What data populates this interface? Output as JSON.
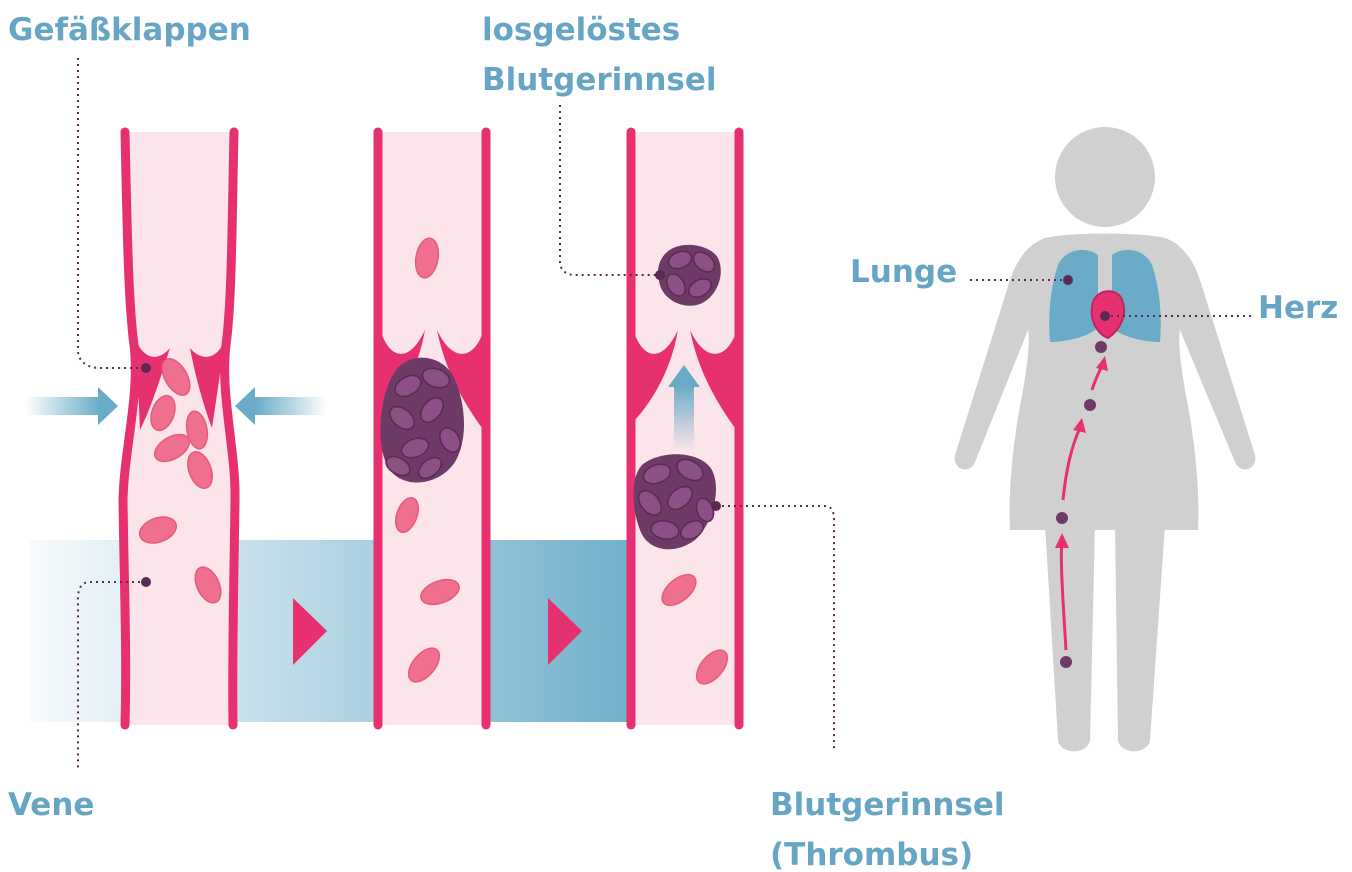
{
  "labels": {
    "valves": "Gefäßklappen",
    "detached_clot_line1": "losgelöstes",
    "detached_clot_line2": "Blutgerinnsel",
    "lung": "Lunge",
    "heart": "Herz",
    "vein": "Vene",
    "thrombus_line1": "Blutgerinnsel",
    "thrombus_line2": "(Thrombus)"
  },
  "colors": {
    "vessel_wall": "#e6306f",
    "vessel_fill": "#fbe4ea",
    "blood_cell": "#ef6f8e",
    "clot": "#6e3a66",
    "label_blue": "#66a6c4",
    "flow_band": "#6aacc8",
    "body_gray": "#d0d0d0",
    "lung_blue": "#6aacc8",
    "leader_line": "#5b2a52"
  },
  "icons": [
    "compression-arrow-left",
    "compression-arrow-right",
    "flow-arrow-1",
    "flow-arrow-2",
    "upward-arrow",
    "human-figure",
    "lung-icon",
    "heart-icon"
  ]
}
